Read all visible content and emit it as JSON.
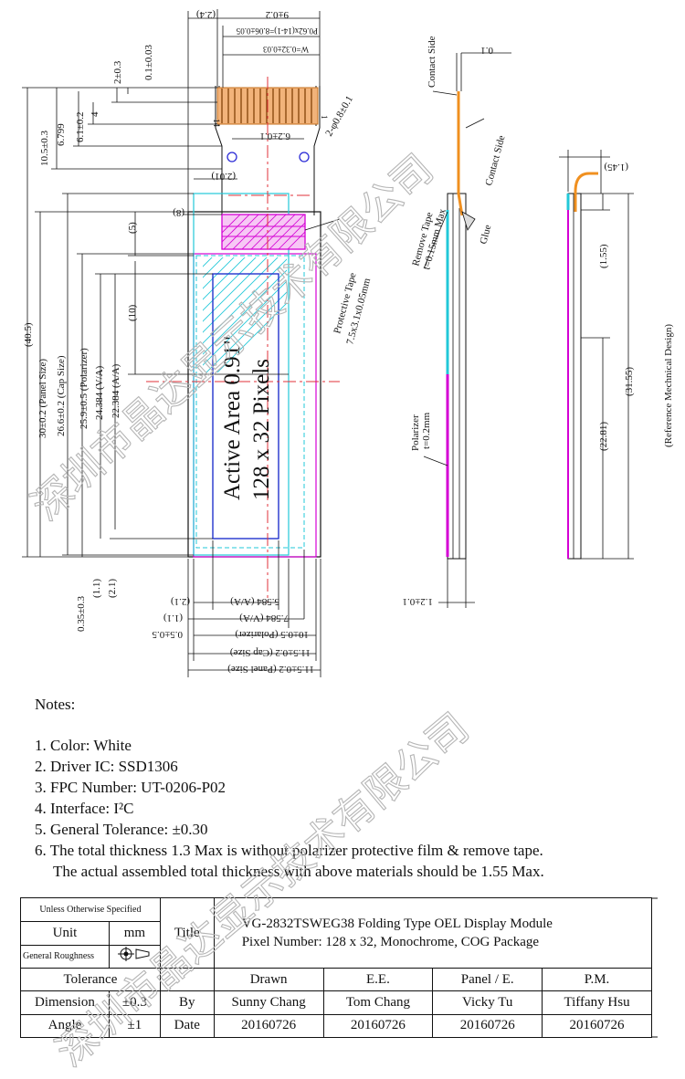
{
  "drawing": {
    "title_text": [
      "Active Area 0.91\"",
      "128 x 32 Pixels"
    ],
    "fpc_pin_labels": {
      "left": "14",
      "right": "1"
    },
    "top_dims": {
      "total_width_paren": "(2.4)",
      "fpc_width": "9±0.2",
      "pitch": "P0.62x(14-1)=8.06±0.05",
      "w": "W=0.32±0.03",
      "hole_pitch": "6.2±0.1",
      "hole_dia": "2-φ0.8±0.1",
      "paren_201": "(2.01)",
      "paren_8": "(8)",
      "paren_5": "(5)",
      "paren_10": "(10)"
    },
    "left_dims": {
      "d1": "2±0.3",
      "d2": "0.1±0.03",
      "d3": "4",
      "d4": "6.1±0.2",
      "d5": "6.799",
      "d6": "10.5±0.3",
      "d7": "(40.5)",
      "d8": "30±0.2 (Panel Size)",
      "d9": "26.6±0.2 (Cap Size)",
      "d10": "25.9±0.5 (Polarizer)",
      "d11": "24.384 (V/A)",
      "d12": "22.384 (A/A)",
      "d13": "0.35±0.3",
      "d14": "(1.1)",
      "d15": "(2.1)"
    },
    "bottom_dims": {
      "b1": "(2.1)",
      "b2": "5.584 (A/A)",
      "b3": "(1.1)",
      "b4": "7.584 (V/A)",
      "b5": "0.5±0.5",
      "b6": "10±0.5 (Polarizer)",
      "b7": "11.5±0.2 (Cap Size)",
      "b8": "11.5±0.2 (Panel Size)"
    },
    "side_labels": {
      "contact_side_1": "Contact Side",
      "contact_side_2": "Contact Side",
      "zero_one": "0.1",
      "remove_tape": "Remove Tape",
      "remove_tape_t": "t=0.15mm Max",
      "glue": "Glue",
      "polarizer": "Polarizer",
      "polarizer_t": "t=0.2mm",
      "thickness": "1.2±0.1",
      "protective_tape": "Protective Tape",
      "protective_tape_size": "7.5x3.1x0.05mm",
      "side2_145": "(1.45)",
      "side2_155": "(1.55)",
      "side2_3155": "(31.55)",
      "side2_2281": "(22.81)",
      "reference": "(Reference Mechnical Design)"
    },
    "watermark": "深圳市晶达显示技术有限公司"
  },
  "notes": {
    "title": "Notes:",
    "items": [
      "1. Color: White",
      "2. Driver IC: SSD1306",
      "3. FPC Number: UT-0206-P02",
      "4. Interface: I²C",
      "5. General Tolerance: ±0.30",
      "6. The total thickness 1.3 Max is without polarizer protective film & remove tape."
    ],
    "item6_cont": "The actual assembled total thickness with above materials should be 1.55 Max."
  },
  "title_block": {
    "unless": "Unless Otherwise Specified",
    "unit_label": "Unit",
    "unit_value": "mm",
    "roughness": "General Roughness",
    "title_label": "Title",
    "title_line1": "VG-2832TSWEG38 Folding Type OEL Display Module",
    "title_line2": "Pixel Number: 128 x 32, Monochrome, COG Package",
    "tolerance": "Tolerance",
    "dimension": "Dimension",
    "dimension_val": "±0.3",
    "angle": "Angle",
    "angle_val": "±1",
    "by": "By",
    "date": "Date",
    "columns": [
      "Drawn",
      "E.E.",
      "Panel / E.",
      "P.M."
    ],
    "names": [
      "Sunny Chang",
      "Tom Chang",
      "Vicky Tu",
      "Tiffany Hsu"
    ],
    "dates": [
      "20160726",
      "20160726",
      "20160726",
      "20160726"
    ]
  }
}
